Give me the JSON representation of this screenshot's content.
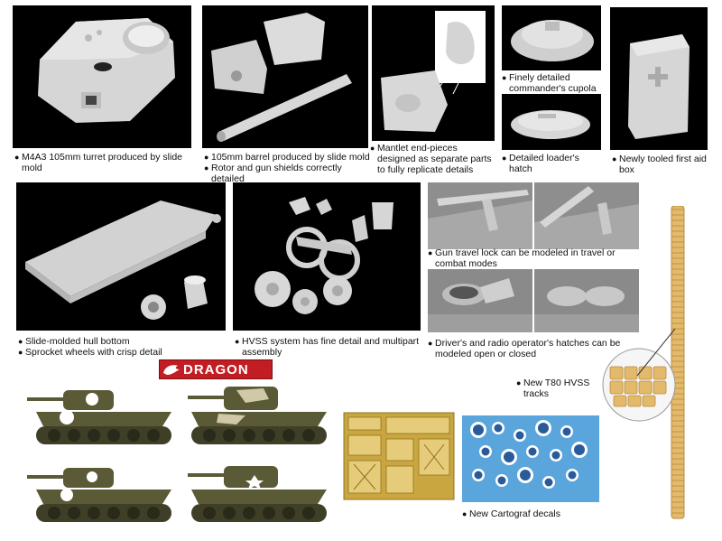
{
  "brand": {
    "logo_text": "DRAGON"
  },
  "captions": {
    "turret": [
      "M4A3 105mm turret produced by slide mold"
    ],
    "barrel": [
      "105mm barrel produced by slide mold",
      "Rotor and gun shields correctly detailed"
    ],
    "mantlet": [
      "Mantlet end-pieces designed as separate parts to fully replicate details"
    ],
    "cupola": [
      "Finely detailed commander's cupola"
    ],
    "hatch": [
      "Detailed loader's hatch"
    ],
    "firstaid": [
      "Newly tooled first aid box"
    ],
    "hull": [
      "Slide-molded hull bottom",
      "Sprocket wheels with crisp detail"
    ],
    "hvss": [
      "HVSS system has fine detail and multipart assembly"
    ],
    "travel_lock": [
      "Gun travel lock can be modeled in travel or combat modes"
    ],
    "hatches": [
      "Driver's and radio operator's hatches can be modeled open or closed"
    ],
    "tracks": [
      "New T80 HVSS tracks"
    ],
    "decals": [
      "New Cartograf decals"
    ]
  },
  "colors": {
    "panel_bg": "#000000",
    "part_gray": "#d4d4d4",
    "olive_drab": "#5b5a36",
    "photo_etch": "#c9a640",
    "decal_blue": "#5aa6dc",
    "track_tan": "#e3b96b",
    "logo_red": "#c21d22"
  }
}
